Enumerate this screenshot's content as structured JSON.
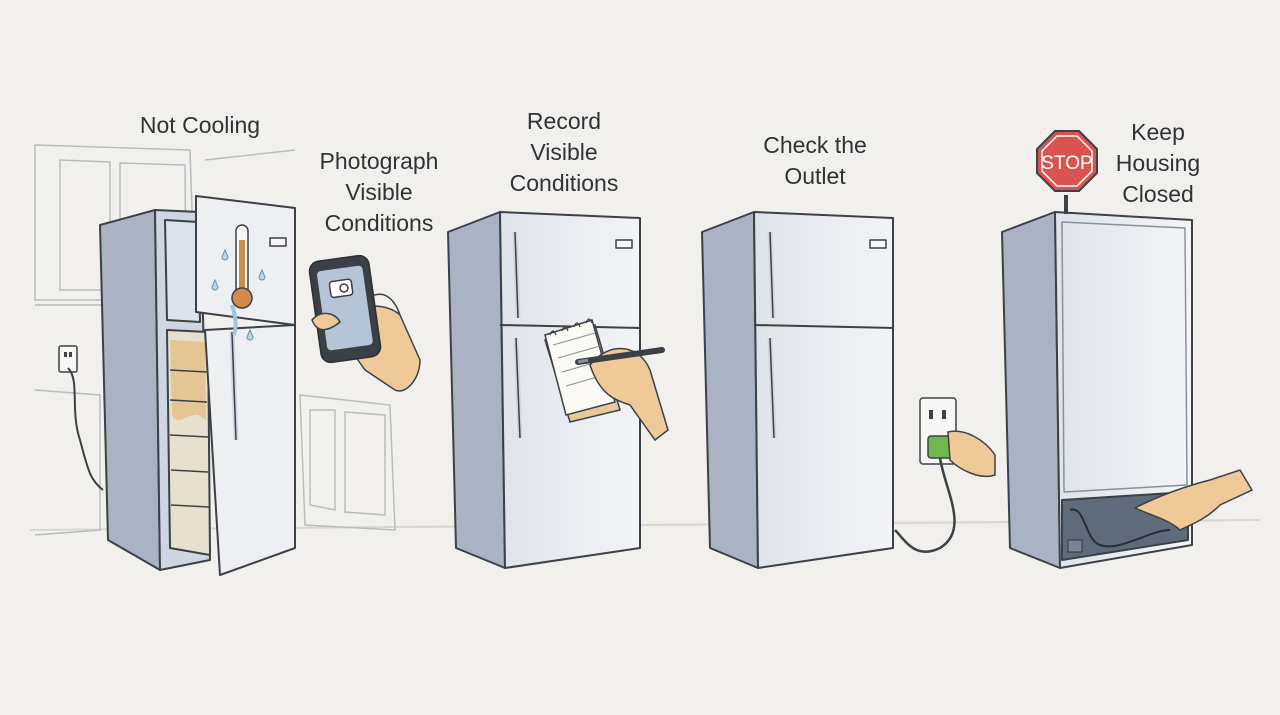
{
  "steps": [
    {
      "lines": [
        "Not Cooling"
      ]
    },
    {
      "lines": [
        "Photograph",
        "Visible",
        "Conditions"
      ]
    },
    {
      "lines": [
        "Record",
        "Visible",
        "Conditions"
      ]
    },
    {
      "lines": [
        "Check the",
        "Outlet"
      ]
    },
    {
      "lines": [
        "Keep",
        "Housing",
        "Closed"
      ]
    }
  ],
  "stop_sign": {
    "text": "STOP"
  },
  "colors": {
    "background": "#f1f0ec",
    "fridge_body": "#eceef2",
    "fridge_shadow": "#a9b3c4",
    "outline": "#3c4147",
    "skin": "#f0c999",
    "stop_red": "#d9534f",
    "plug_green": "#6fb84f",
    "water": "#b9d9ea"
  }
}
